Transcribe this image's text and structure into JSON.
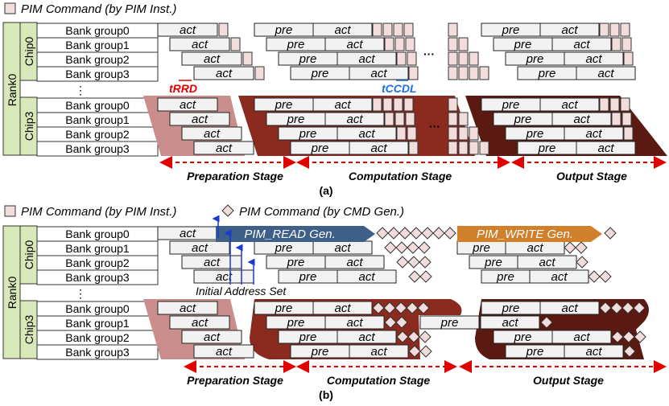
{
  "legend": {
    "pim_inst": "PIM Command (by PIM Inst.)",
    "cmd_gen": "PIM Command (by CMD Gen.)"
  },
  "labels": {
    "rank": "Rank0",
    "chip0": "Chip0",
    "chip3": "Chip3",
    "dots": "⋮",
    "bank_groups": [
      "Bank group0",
      "Bank group1",
      "Bank group2",
      "Bank group3"
    ],
    "act": "act",
    "pre": "pre",
    "ellipsis": "···"
  },
  "timing": {
    "trrd": "tRRD",
    "tccdl": "tCCDL"
  },
  "generators": {
    "read": "PIM_READ Gen.",
    "write": "PIM_WRITE Gen.",
    "initial_address": "Initial Address Set"
  },
  "stages": {
    "preparation": "Preparation Stage",
    "computation": "Computation Stage",
    "output": "Output Stage"
  },
  "captions": {
    "a": "(a)",
    "b": "(b)"
  },
  "colors": {
    "side_label_bg": "#d9e8b9",
    "pim_cmd": "#f2dcdc",
    "prep_shade": "#c98d8c",
    "comp_shade": "#8b2a1e",
    "output_shade": "#5a1a12",
    "read_arrow": "#3d5f88",
    "write_arrow": "#d0802a",
    "trrd": "#e00000",
    "tccdl": "#1e6fd9",
    "stage_arrow": "#e00000"
  }
}
